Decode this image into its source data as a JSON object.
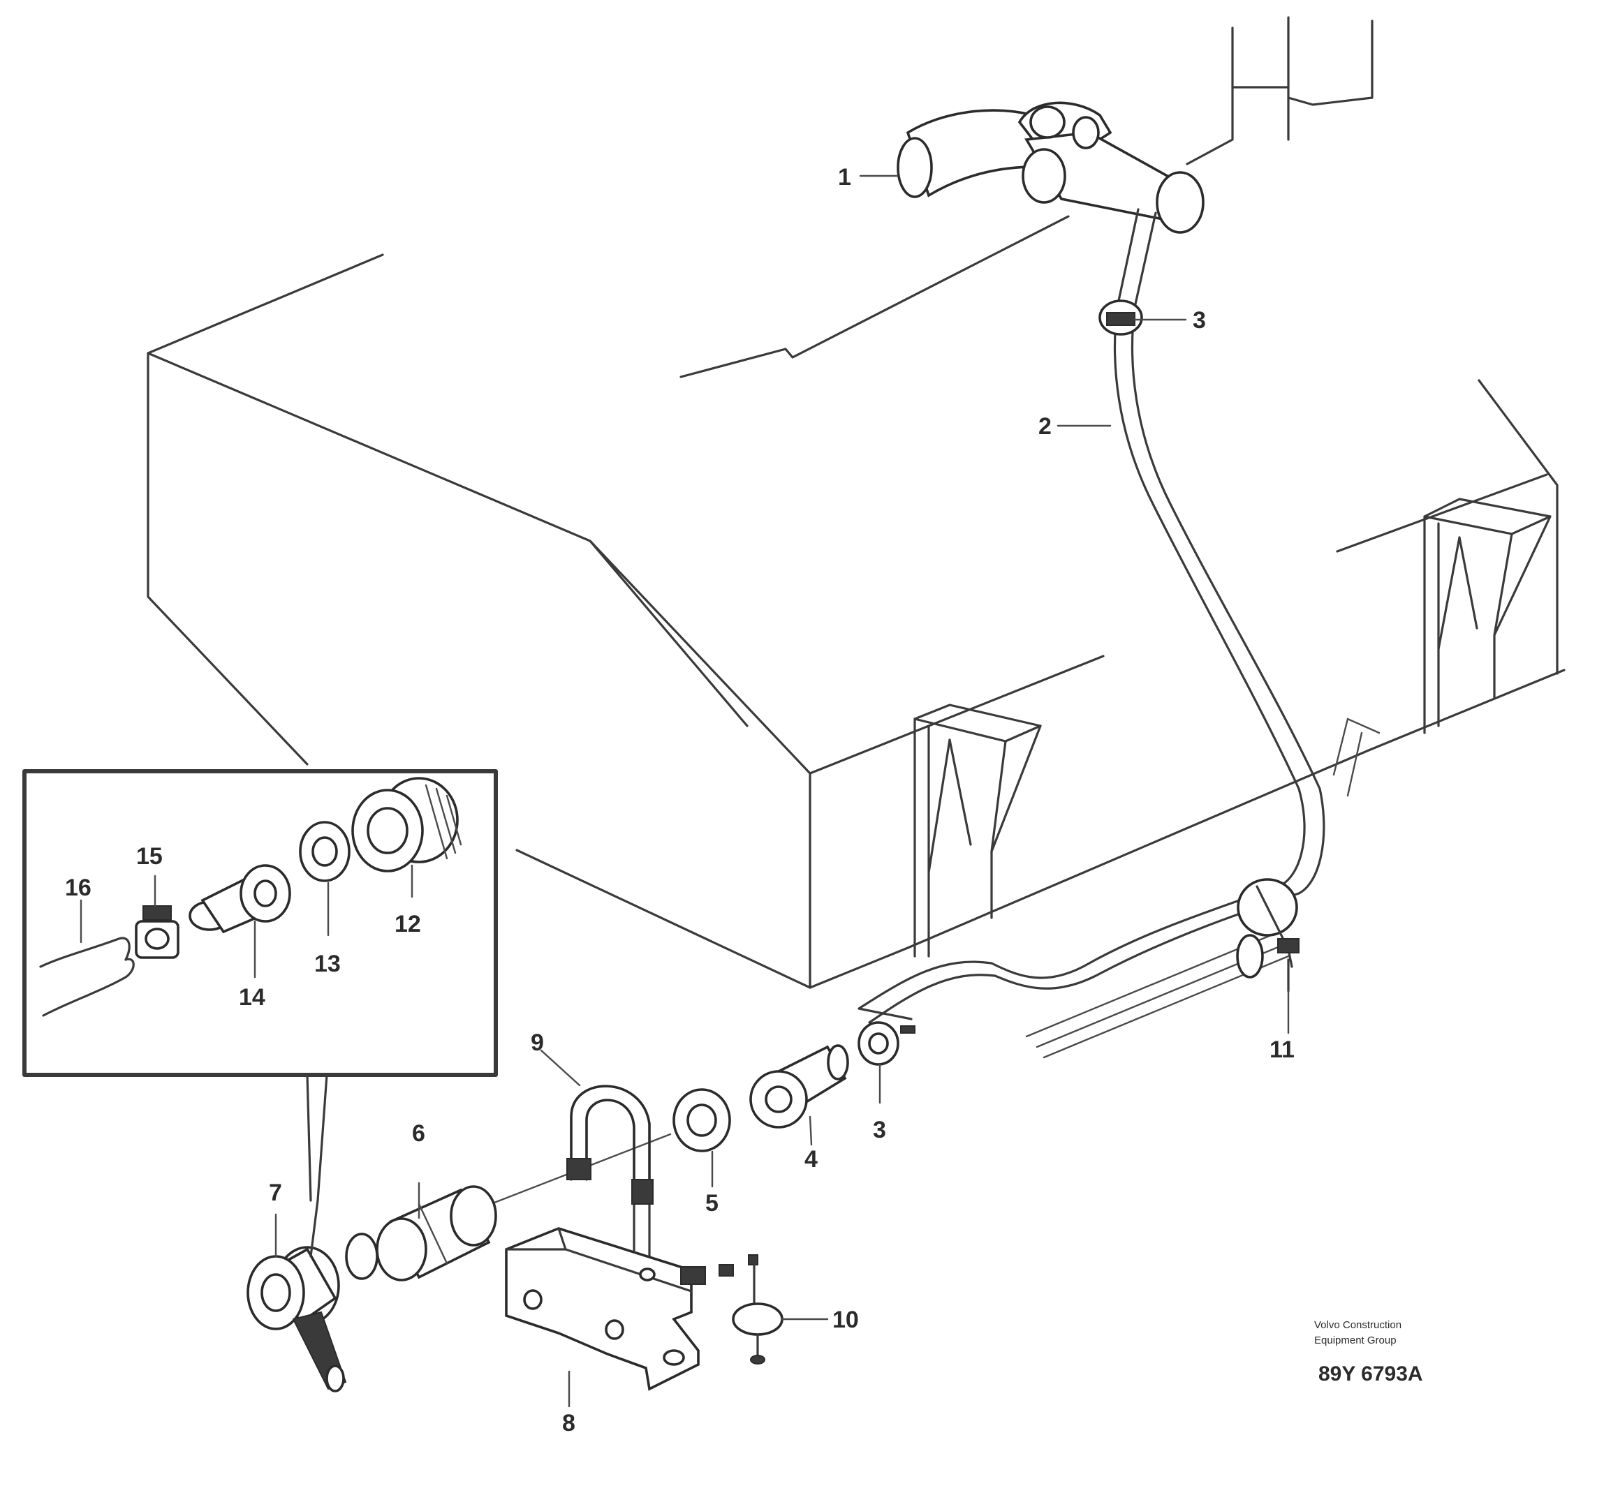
{
  "callouts": {
    "c1": "1",
    "c2": "2",
    "c3a": "3",
    "c3b": "3",
    "c4": "4",
    "c5": "5",
    "c6": "6",
    "c7": "7",
    "c8": "8",
    "c9": "9",
    "c10": "10",
    "c11": "11",
    "c12": "12",
    "c13": "13",
    "c14": "14",
    "c15": "15",
    "c16": "16"
  },
  "stamp": {
    "line1": "Volvo Construction",
    "line2": "Equipment Group",
    "code": "89Y 6793A"
  }
}
